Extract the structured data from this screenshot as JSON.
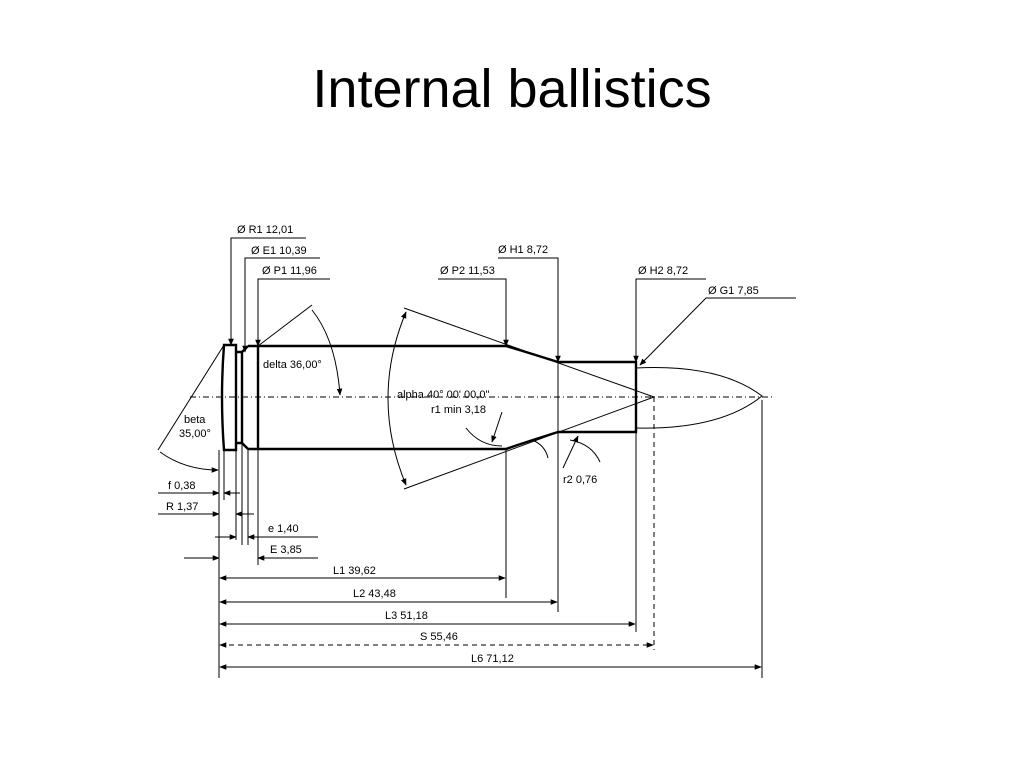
{
  "slide": {
    "title": "Internal ballistics"
  },
  "labels": {
    "r1_dia": "Ø R1  12,01",
    "e1_dia": "Ø E1  10,39",
    "p1_dia": "Ø P1  11,96",
    "h1_dia": "Ø H1  8,72",
    "p2_dia": "Ø P2  11,53",
    "h2_dia": "Ø H2  8,72",
    "g1_dia": "Ø G1  7,85",
    "delta": "delta  36,00°",
    "alpha": "alpha  40° 00' 00,0\"",
    "r1min": "r1 min  3,18",
    "beta": "beta",
    "beta_value": "35,00°",
    "r2": "r2  0,76",
    "f": "f  0,38",
    "R": "R  1,37",
    "e": "e  1,40",
    "E": "E  3,85",
    "L1": "L1  39,62",
    "L2": "L2  43,48",
    "L3": "L3  51,18",
    "S": "S  55,46",
    "L6": "L6  71,12"
  }
}
